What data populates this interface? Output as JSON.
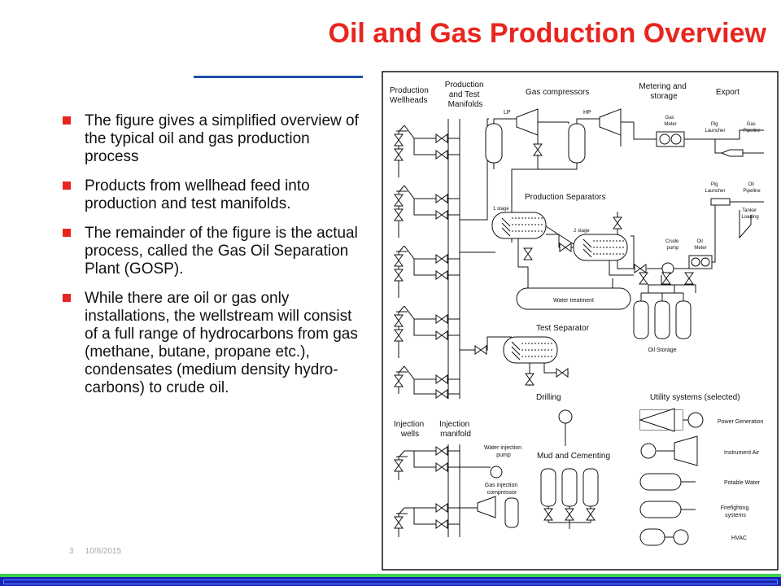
{
  "slide": {
    "title": "Oil and Gas Production Overview",
    "bullets": [
      "The figure gives a simplified overview of the typical oil and gas production process",
      "Products from wellhead feed into production and test manifolds.",
      "The remainder of the figure is the actual process, called the Gas Oil Separation Plant (GOSP).",
      "While there are oil or gas only installations, the wellstream will consist of a full range of hydrocarbons from gas (methane, butane, propane etc.), condensates (medium density hydro-carbons) to crude oil."
    ],
    "footer": {
      "page": "3",
      "date": "10/8/2015"
    },
    "colors": {
      "title": "#e8251f",
      "bullet": "#e8251f",
      "rule": "#1f4fa8",
      "band": "#1a24b8",
      "band_border": "#3ed14a"
    }
  },
  "diagram": {
    "headers": {
      "wellheads_1": "Production",
      "wellheads_2": "Wellheads",
      "manifolds_1": "Production",
      "manifolds_2": "and Test",
      "manifolds_3": "Manifolds",
      "compressors": "Gas compressors",
      "metering_1": "Metering and",
      "metering_2": "storage",
      "export": "Export"
    },
    "labels": {
      "lp": "LP",
      "hp": "HP",
      "gas_meter_1": "Gas",
      "gas_meter_2": "Meter",
      "pig_launcher_1a": "Pig",
      "pig_launcher_1b": "Launcher",
      "gas_pipeline_1": "Gas",
      "gas_pipeline_2": "Pipeline",
      "pig_launcher_2a": "Pig",
      "pig_launcher_2b": "Launcher",
      "oil_pipeline_1": "Oil",
      "oil_pipeline_2": "Pipeline",
      "tanker_1": "Tanker",
      "tanker_2": "Loading",
      "production_separators": "Production Separators",
      "stage_1": "1 stage",
      "stage_2": "2 stage",
      "crude_pump_1": "Crude",
      "crude_pump_2": "pump",
      "oil_meter_1": "Oil",
      "oil_meter_2": "Meter",
      "water_treatment": "Water treatment",
      "oil_storage": "Oil Storage",
      "test_separator": "Test Separator",
      "drilling": "Drilling",
      "utility_systems": "Utility systems (selected)",
      "injection_wells_1": "Injection",
      "injection_wells_2": "wells",
      "injection_manifold_1": "Injection",
      "injection_manifold_2": "manifold",
      "water_inj_1": "Water injection",
      "water_inj_2": "pump",
      "gas_inj_1": "Gas injection",
      "gas_inj_2": "compressor",
      "mud": "Mud and Cementing",
      "power": "Power Generation",
      "instrument_air": "Instrument Air",
      "potable_water": "Potable Water",
      "firefighting_1": "Firefighting",
      "firefighting_2": "systems",
      "hvac": "HVAC"
    }
  }
}
